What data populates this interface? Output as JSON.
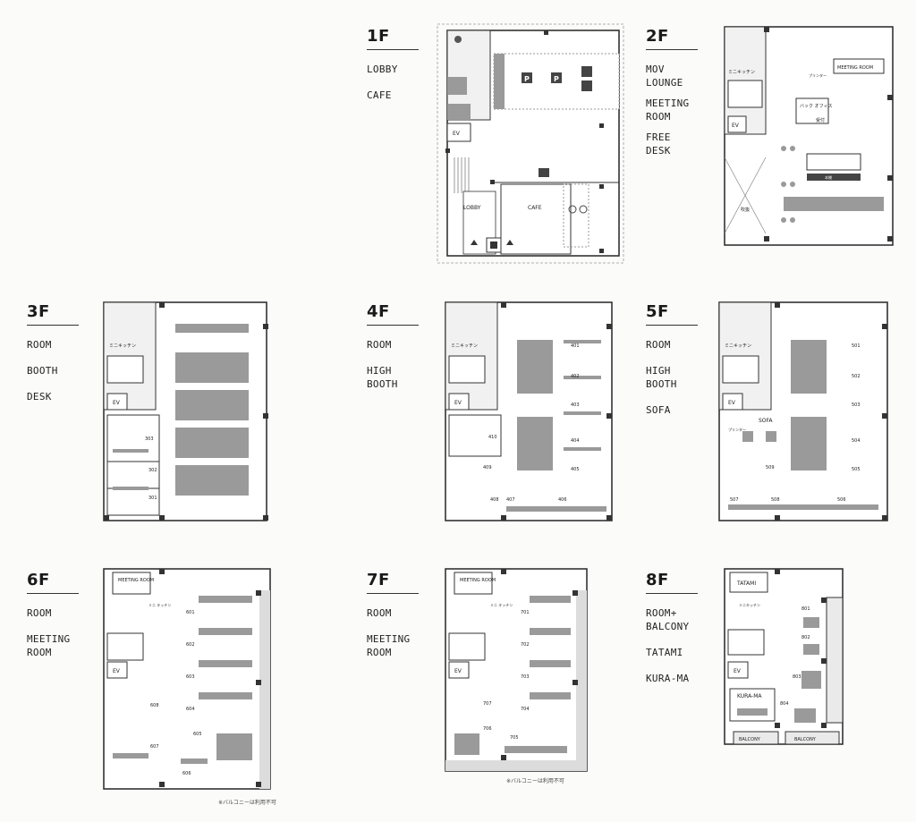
{
  "floors": [
    {
      "id": "1F",
      "label": "1F",
      "features": [
        "LOBBY",
        "CAFE"
      ],
      "rooms": {
        "lobby": "LOBBY",
        "cafe": "CAFE",
        "ev": "EV",
        "parking": "P"
      }
    },
    {
      "id": "2F",
      "label": "2F",
      "features": [
        "MOV\nLOUNGE",
        "MEETING\nROOM",
        "FREE\nDESK"
      ],
      "rooms": {
        "meeting": "MEETING ROOM",
        "kitchen": "ミニキッチン",
        "printer": "プリンター",
        "back_office": "バック\nオフィス",
        "reception": "受付",
        "ev": "EV",
        "void": "吹抜",
        "counter": "本棚"
      }
    },
    {
      "id": "3F",
      "label": "3F",
      "features": [
        "ROOM",
        "BOOTH",
        "DESK"
      ],
      "rooms": {
        "kitchen": "ミニキッチン",
        "ev": "EV",
        "r303": "303",
        "r302": "302",
        "r301": "301"
      }
    },
    {
      "id": "4F",
      "label": "4F",
      "features": [
        "ROOM",
        "HIGH\nBOOTH"
      ],
      "rooms": {
        "kitchen": "ミニキッチン",
        "ev": "EV",
        "r401": "401",
        "r402": "402",
        "r403": "403",
        "r404": "404",
        "r405": "405",
        "r406": "406",
        "r407": "407",
        "r408": "408",
        "r409": "409",
        "r410": "410"
      }
    },
    {
      "id": "5F",
      "label": "5F",
      "features": [
        "ROOM",
        "HIGH\nBOOTH",
        "SOFA"
      ],
      "rooms": {
        "kitchen": "ミニキッチン",
        "ev": "EV",
        "sofa": "SOFA",
        "printer": "プリンター",
        "r501": "501",
        "r502": "502",
        "r503": "503",
        "r504": "504",
        "r505": "505",
        "r506": "506",
        "r507": "507",
        "r508": "508",
        "r509": "509"
      }
    },
    {
      "id": "6F",
      "label": "6F",
      "features": [
        "ROOM",
        "MEETING\nROOM"
      ],
      "rooms": {
        "meeting": "MEETING\nROOM",
        "kitchen": "ミニ\nキッチン",
        "ev": "EV",
        "r601": "601",
        "r602": "602",
        "r603": "603",
        "r604": "604",
        "r605": "605",
        "r606": "606",
        "r607": "607",
        "r608": "608"
      },
      "note": "※バルコニーは利用不可"
    },
    {
      "id": "7F",
      "label": "7F",
      "features": [
        "ROOM",
        "MEETING\nROOM"
      ],
      "rooms": {
        "meeting": "MEETING\nROOM",
        "kitchen": "ミニ\nキッチン",
        "ev": "EV",
        "r701": "701",
        "r702": "702",
        "r703": "703",
        "r704": "704",
        "r705": "705",
        "r706": "706",
        "r707": "707"
      },
      "note": "※バルコニーは利用不可"
    },
    {
      "id": "8F",
      "label": "8F",
      "features": [
        "ROOM+\nBALCONY",
        "TATAMI",
        "KURA-MA"
      ],
      "rooms": {
        "tatami": "TATAMI",
        "kitchen": "ミニキッチン",
        "ev": "EV",
        "kurama": "KURA-MA",
        "balcony": "BALCONY",
        "r801": "801",
        "r802": "802",
        "r803": "803",
        "r804": "804"
      }
    }
  ]
}
